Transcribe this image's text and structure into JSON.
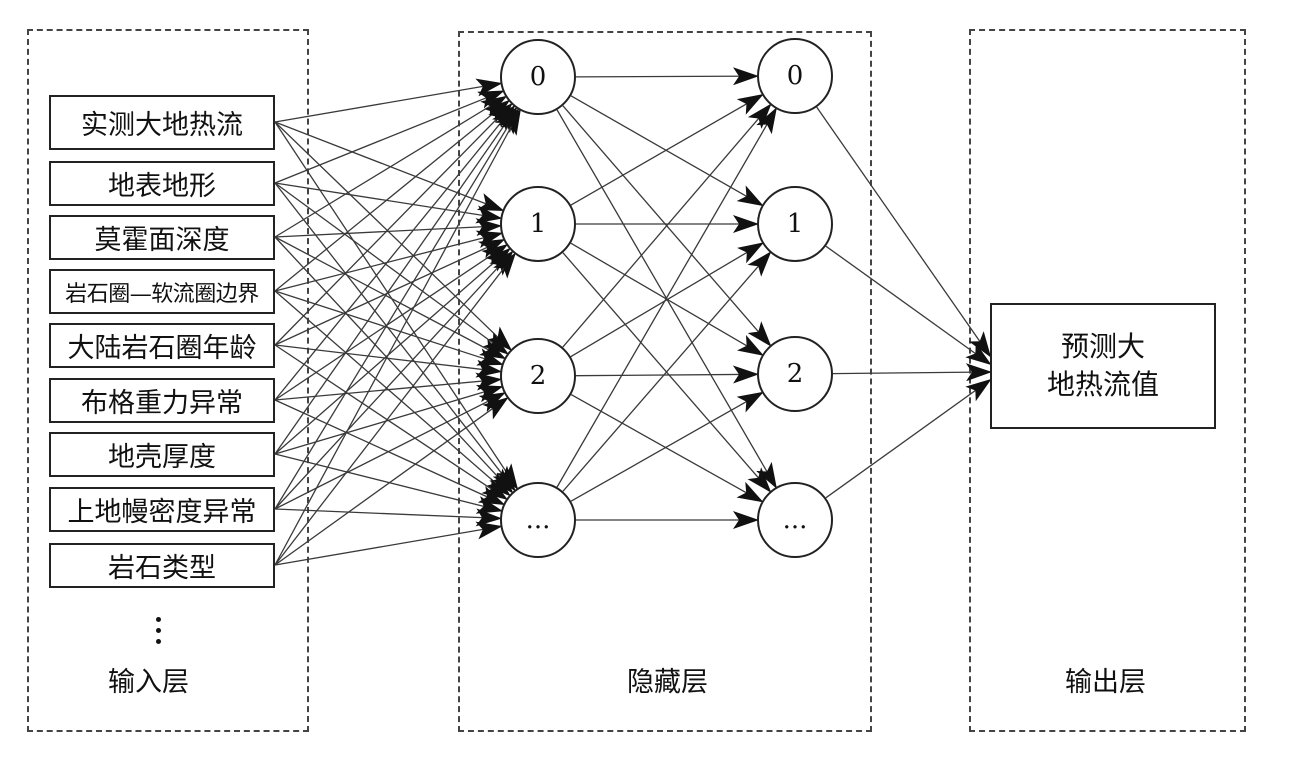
{
  "layers": {
    "input": {
      "label": "输入层"
    },
    "hidden": {
      "label": "隐藏层"
    },
    "output": {
      "label": "输出层"
    }
  },
  "inputs": [
    "实测大地热流",
    "地表地形",
    "莫霍面深度",
    "岩石圈—软流圈边界",
    "大陆岩石圈年龄",
    "布格重力异常",
    "地壳厚度",
    "上地幔密度异常",
    "岩石类型"
  ],
  "hidden1": [
    "0",
    "1",
    "2",
    "..."
  ],
  "hidden2": [
    "0",
    "1",
    "2",
    "..."
  ],
  "output": {
    "line1": "预测大",
    "line2": "地热流值"
  },
  "colors": {
    "line": "#3a3a3a",
    "arrow": "#111111",
    "border": "#222222"
  }
}
